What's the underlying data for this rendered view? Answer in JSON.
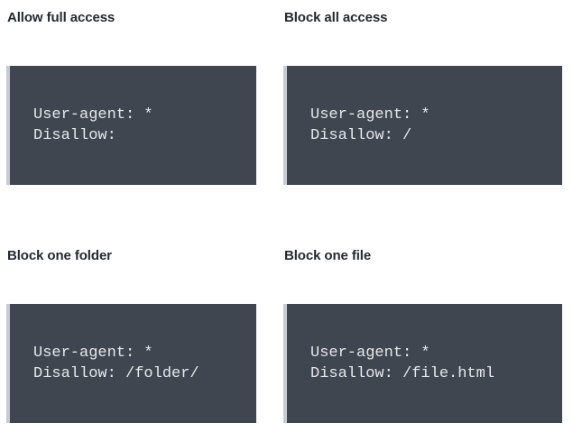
{
  "page": {
    "background_color": "#ffffff",
    "heading_color": "#26292d"
  },
  "code_style": {
    "background_color": "#3f4650",
    "left_border_color": "#c6cbd1",
    "text_color": "#e6e9ec"
  },
  "sections": [
    {
      "heading": "Allow full access",
      "code_lines": [
        "User-agent: *",
        "Disallow:"
      ]
    },
    {
      "heading": "Block all access",
      "code_lines": [
        "User-agent: *",
        "Disallow: /"
      ]
    },
    {
      "heading": "Block one folder",
      "code_lines": [
        "User-agent: *",
        "Disallow: /folder/"
      ]
    },
    {
      "heading": "Block one file",
      "code_lines": [
        "User-agent: *",
        "Disallow: /file.html"
      ]
    }
  ]
}
